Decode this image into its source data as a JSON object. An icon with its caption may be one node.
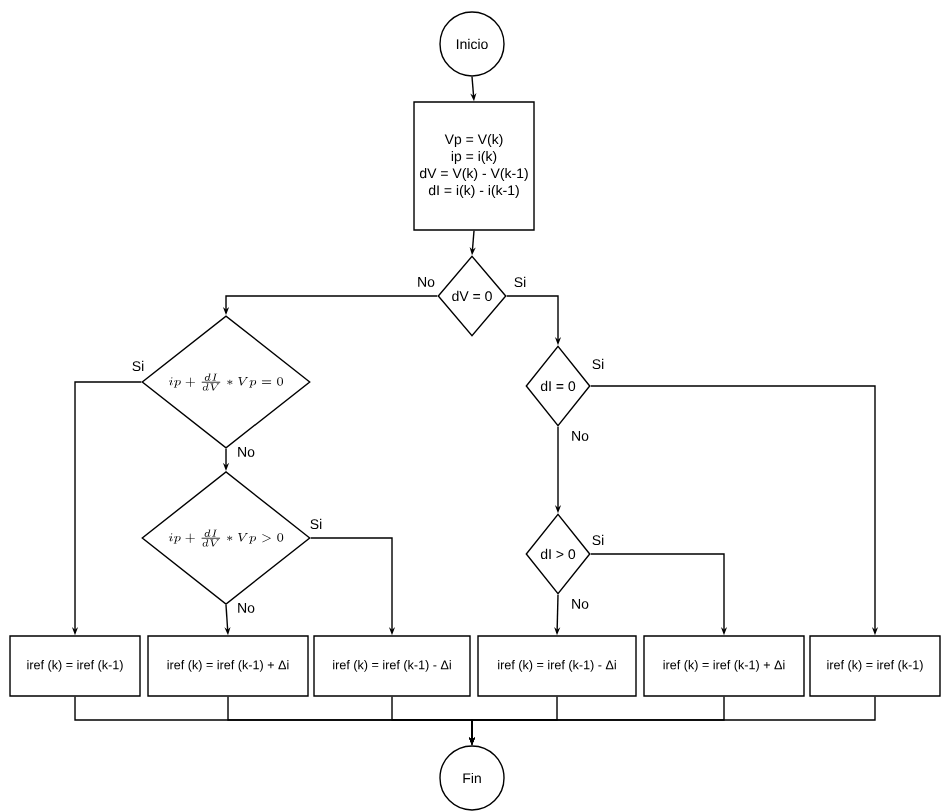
{
  "diagram": {
    "nodes": [
      {
        "text": [
          "Inicio"
        ]
      },
      {
        "text": [
          "Vp = V(k)",
          "ip = i(k)",
          "dV = V(k) - V(k-1)",
          "dI = i(k) - i(k-1)"
        ]
      },
      {
        "text": [
          "dV = 0"
        ]
      },
      {
        "text": [
          "ip + \\frac{dI}{dV} * Vp = 0"
        ]
      },
      {
        "text": [
          "dI = 0"
        ]
      },
      {
        "text": [
          "ip + \\frac{dI}{dV} * Vp > 0"
        ]
      },
      {
        "text": [
          "dI > 0"
        ]
      },
      {
        "text": [
          "iref (k) = iref (k-1)"
        ]
      },
      {
        "text": [
          "iref (k) = iref (k-1) + Δi"
        ]
      },
      {
        "text": [
          "iref (k) = iref (k-1) - Δi"
        ]
      },
      {
        "text": [
          "iref (k) = iref (k-1) - Δi"
        ]
      },
      {
        "text": [
          "iref (k) = iref (k-1) + Δi"
        ]
      },
      {
        "text": [
          "iref (k) = iref (k-1)"
        ]
      },
      {
        "text": [
          "Fin"
        ]
      }
    ],
    "edges": [
      {
        "from": 0,
        "to": 1,
        "arrow": "to"
      },
      {
        "from": 1,
        "to": 2,
        "arrow": "to"
      },
      {
        "from": 2,
        "to": 3,
        "arrow": "to",
        "label": "No"
      },
      {
        "from": 2,
        "to": 4,
        "arrow": "to",
        "label": "Si"
      },
      {
        "from": 3,
        "to": 7,
        "arrow": "to",
        "label": "Si"
      },
      {
        "from": 3,
        "to": 5,
        "arrow": "to",
        "label": "No"
      },
      {
        "from": 5,
        "to": 8,
        "arrow": "to",
        "label": "No"
      },
      {
        "from": 5,
        "to": 9,
        "arrow": "to",
        "label": "Si"
      },
      {
        "from": 4,
        "to": 12,
        "arrow": "to",
        "label": "Si"
      },
      {
        "from": 4,
        "to": 6,
        "arrow": "to",
        "label": "No"
      },
      {
        "from": 6,
        "to": 10,
        "arrow": "to",
        "label": "No"
      },
      {
        "from": 6,
        "to": 11,
        "arrow": "to",
        "label": "Si"
      },
      {
        "from": 7,
        "to": 13,
        "arrow": "to"
      },
      {
        "from": 8,
        "to": 13,
        "arrow": "to"
      },
      {
        "from": 9,
        "to": 13,
        "arrow": "to"
      },
      {
        "from": 10,
        "to": 13,
        "arrow": "to"
      },
      {
        "from": 11,
        "to": 13,
        "arrow": "to"
      },
      {
        "from": 12,
        "to": 13,
        "arrow": "to"
      }
    ]
  }
}
